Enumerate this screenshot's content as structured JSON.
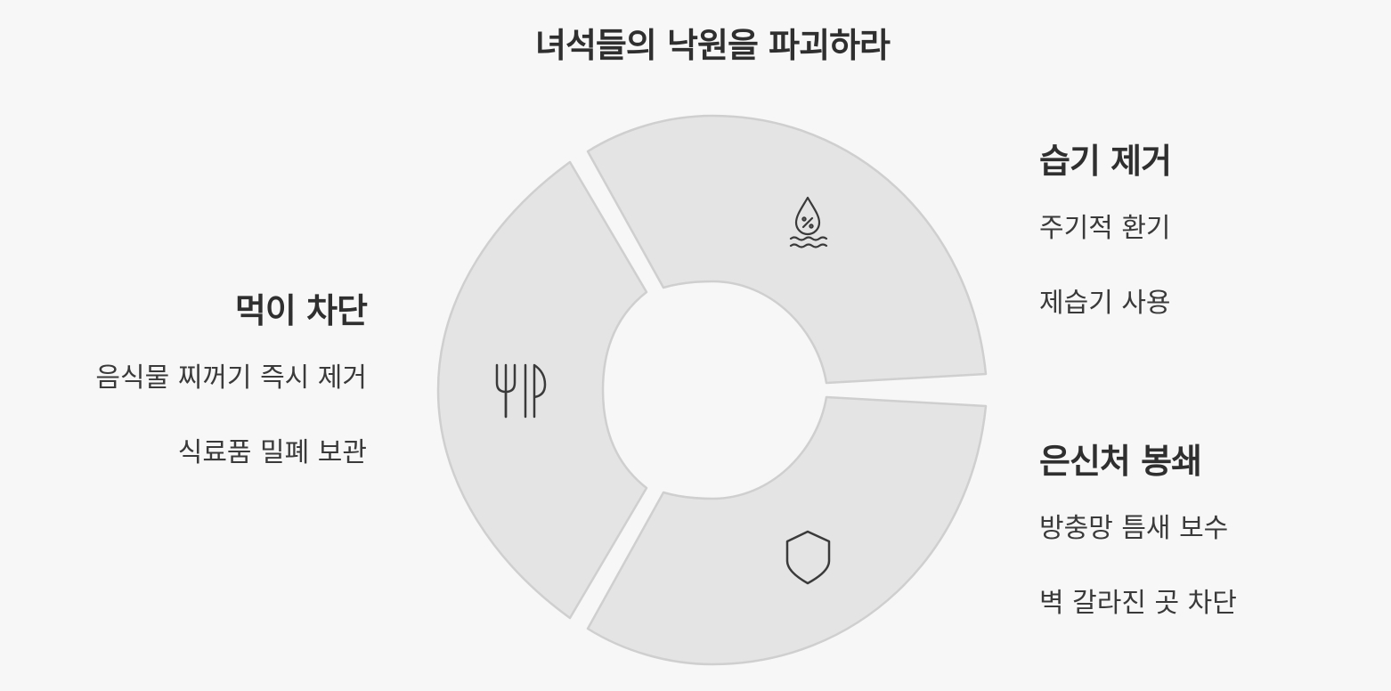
{
  "title": "녀석들의 낙원을 파괴하라",
  "colors": {
    "background": "#f7f7f7",
    "segment_fill": "#e4e4e4",
    "segment_stroke": "#cfcfcf",
    "icon_stroke": "#3a3a3a",
    "text": "#333333"
  },
  "segments": [
    {
      "icon": "fork-knife-icon",
      "heading": "먹이 차단",
      "items": [
        "음식물 찌꺼기 즉시 제거",
        "식료품 밀폐 보관"
      ]
    },
    {
      "icon": "humidity-drop-icon",
      "heading": "습기 제거",
      "items": [
        "주기적 환기",
        "제습기 사용"
      ]
    },
    {
      "icon": "shield-icon",
      "heading": "은신처 봉쇄",
      "items": [
        "방충망 틈새 보수",
        "벽 갈라진 곳 차단"
      ]
    }
  ]
}
